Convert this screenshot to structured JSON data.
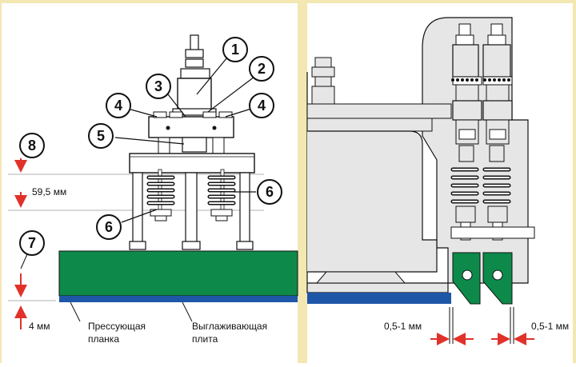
{
  "colors": {
    "accent_red": "#e0312b",
    "frame_yellow": "#f3e7b2",
    "plate_green": "#0d8a4a",
    "plate_blue": "#1e56a8",
    "machine_gray": "#e6e6e6",
    "outline": "#111111"
  },
  "callouts": [
    "1",
    "2",
    "3",
    "4",
    "4",
    "5",
    "6",
    "6",
    "7",
    "8"
  ],
  "dimensions": {
    "height_top": "59,5 мм",
    "height_bottom": "4 мм",
    "gap_left": "0,5-1 мм",
    "gap_right": "0,5-1 мм"
  },
  "labels": {
    "pressing_bar": [
      "Прессующая",
      "планка"
    ],
    "smoothing_plate": [
      "Выглаживающая",
      "плита"
    ]
  }
}
